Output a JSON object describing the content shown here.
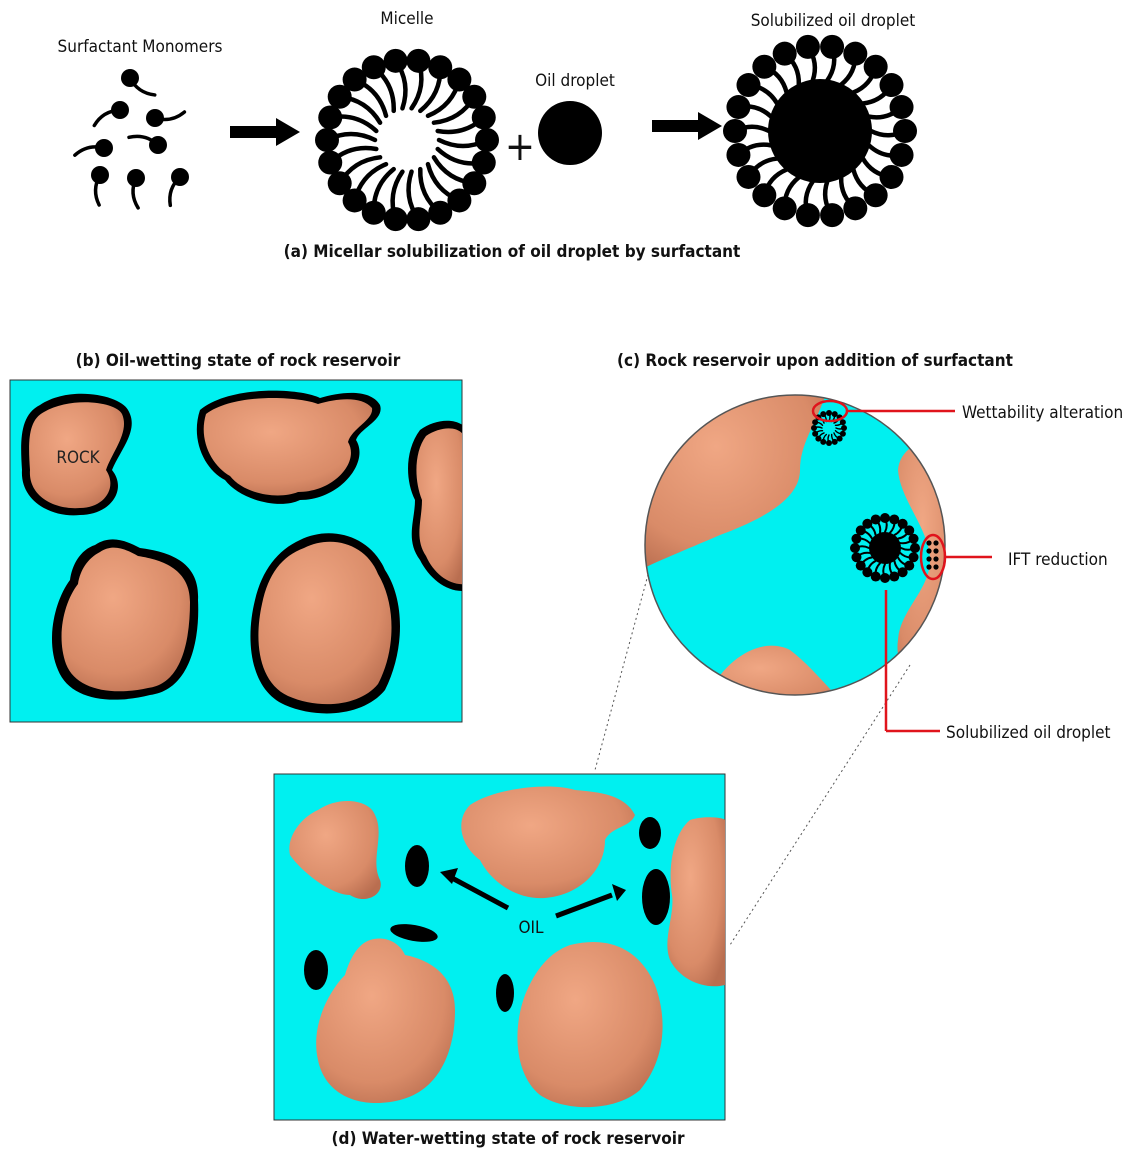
{
  "panel_a": {
    "label_monomers": "Surfactant Monomers",
    "label_micelle": "Micelle",
    "label_oil_droplet": "Oil droplet",
    "label_plus": "+",
    "label_solubilized": "Solubilized oil droplet",
    "caption": "(a) Micellar solubilization of oil droplet by surfactant"
  },
  "panel_b": {
    "caption": "(b) Oil-wetting state of rock reservoir",
    "rock_label": "ROCK"
  },
  "panel_c": {
    "caption": "(c) Rock reservoir upon addition of surfactant",
    "callout_wettability": "Wettability alteration",
    "callout_ift": "IFT reduction",
    "callout_solubilized": "Solubilized oil droplet"
  },
  "panel_d": {
    "caption": "(d) Water-wetting state of rock reservoir",
    "oil_label": "OIL"
  },
  "colors": {
    "water": "#00f0f0",
    "rock": "#d98b68",
    "oil": "#000000",
    "callout": "#e0141c"
  }
}
